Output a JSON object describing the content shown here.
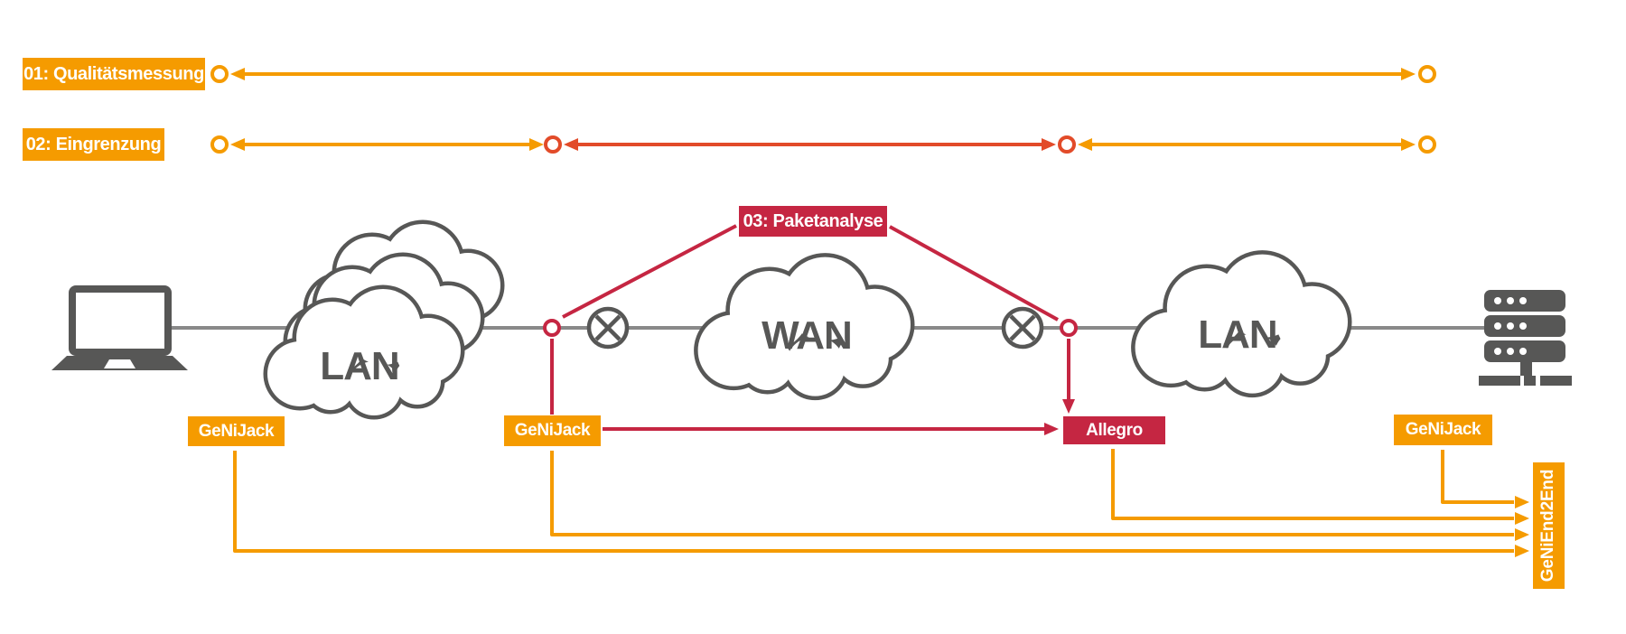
{
  "diagram": {
    "title_hidden": "",
    "steps": [
      {
        "id": "01",
        "label": "01: Qualitätsmessung"
      },
      {
        "id": "02",
        "label": "02: Eingrenzung"
      },
      {
        "id": "03",
        "label": "03: Paketanalyse"
      }
    ],
    "network_nodes": {
      "lan_left": "LAN",
      "wan": "WAN",
      "lan_right": "LAN"
    },
    "appliances": {
      "genijack_left": "GeNiJack",
      "genijack_middle": "GeNiJack",
      "genijack_right": "GeNiJack",
      "allegro": "Allegro",
      "end2end": "GeNiEnd2End"
    },
    "colors": {
      "orange": "#F59B00",
      "vermilion": "#E24B29",
      "crimson": "#C52642",
      "line_grey": "#898989",
      "icon_grey": "#575756",
      "background": "#FFFFFF"
    }
  }
}
